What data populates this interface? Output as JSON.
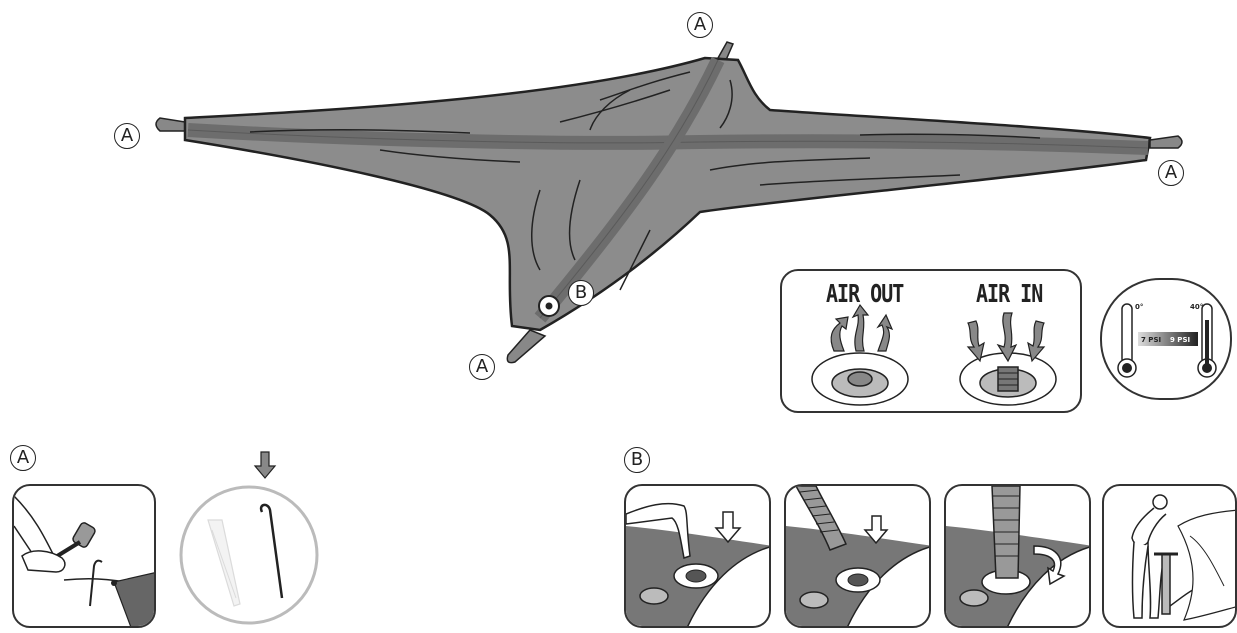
{
  "callouts": {
    "a": "A",
    "b": "B"
  },
  "valve_panel": {
    "air_out": "AIR OUT",
    "air_in": "AIR IN"
  },
  "temperature_panel": {
    "low_temp": "0°",
    "high_temp": "40°",
    "low_psi": "7 PSI",
    "high_psi": "9 PSI"
  },
  "colors": {
    "hull": "#8a8a8a",
    "tube": "#6d6d6d",
    "outline": "#222222"
  }
}
